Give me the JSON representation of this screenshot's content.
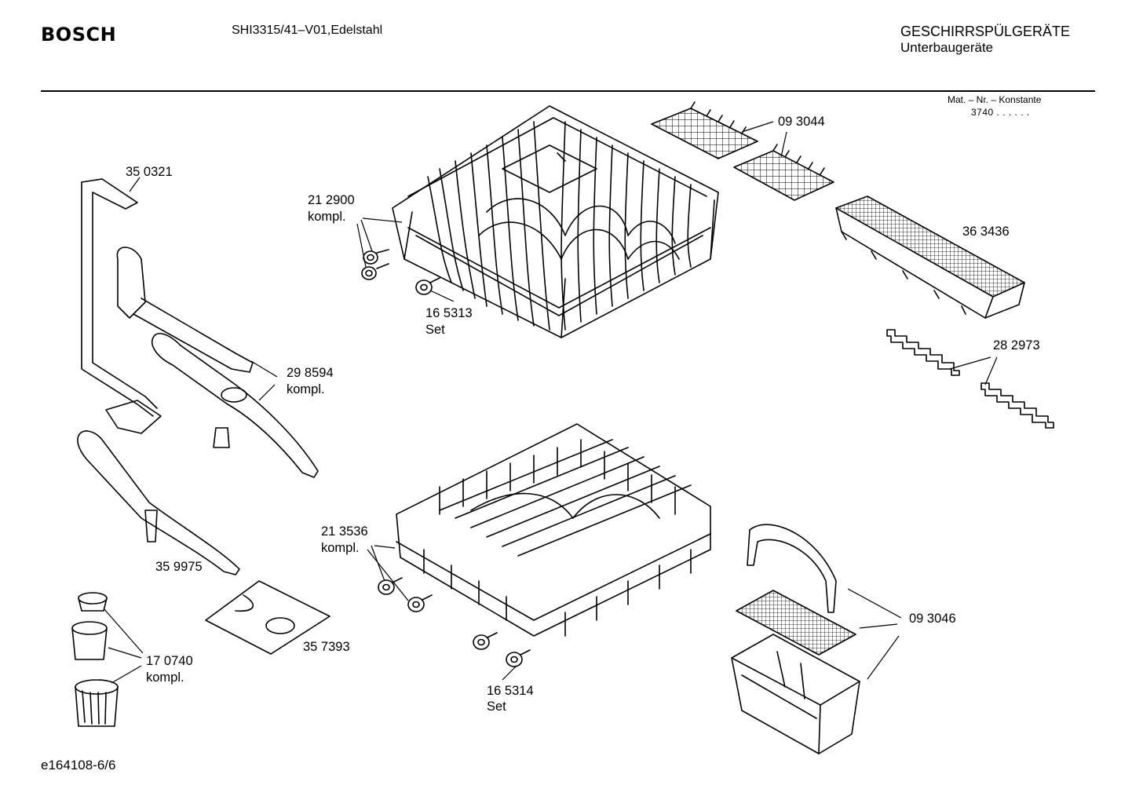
{
  "header": {
    "brand": "BOSCH",
    "model": "SHI3315/41–V01,Edelstahl",
    "category_line1": "GESCHIRRSPÜLGERÄTE",
    "category_line2": "Unterbaugeräte"
  },
  "material": {
    "label": "Mat. – Nr. – Konstante",
    "value": "3740 . .   . . . ."
  },
  "parts": [
    {
      "number": "35 0321",
      "suffix": ""
    },
    {
      "number": "21 2900",
      "suffix": "kompl."
    },
    {
      "number": "16 5313",
      "suffix": "Set"
    },
    {
      "number": "09 3044",
      "suffix": ""
    },
    {
      "number": "36 3436",
      "suffix": ""
    },
    {
      "number": "28 2973",
      "suffix": ""
    },
    {
      "number": "29 8594",
      "suffix": "kompl."
    },
    {
      "number": "35 9975",
      "suffix": ""
    },
    {
      "number": "21 3536",
      "suffix": "kompl."
    },
    {
      "number": "35 7393",
      "suffix": ""
    },
    {
      "number": "17 0740",
      "suffix": "kompl."
    },
    {
      "number": "16 5314",
      "suffix": "Set"
    },
    {
      "number": "09 3046",
      "suffix": ""
    }
  ],
  "footer": {
    "doc_id": "e164108-6/6"
  }
}
